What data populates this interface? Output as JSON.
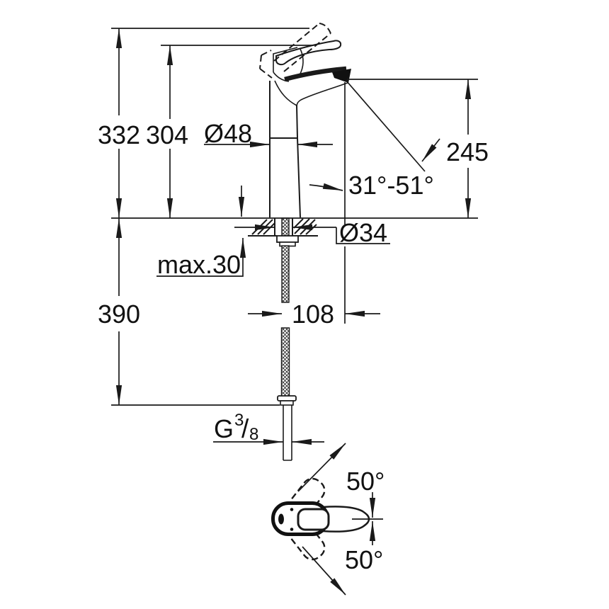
{
  "drawing": {
    "labels": {
      "overall_height": "332",
      "height_to_lever": "304",
      "body_diameter": "Ø48",
      "spout_to_base": "245",
      "spray_angle_range": "31°-51°",
      "mounting_hole_diameter": "Ø34",
      "max_mounting_thickness": "max.30",
      "hose_clearance": "390",
      "spout_projection": "108",
      "thread": {
        "prefix": "G",
        "numerator": "3",
        "slash": "/",
        "denominator": "8"
      },
      "handle_swivel_up": "50°",
      "handle_swivel_down": "50°"
    }
  }
}
